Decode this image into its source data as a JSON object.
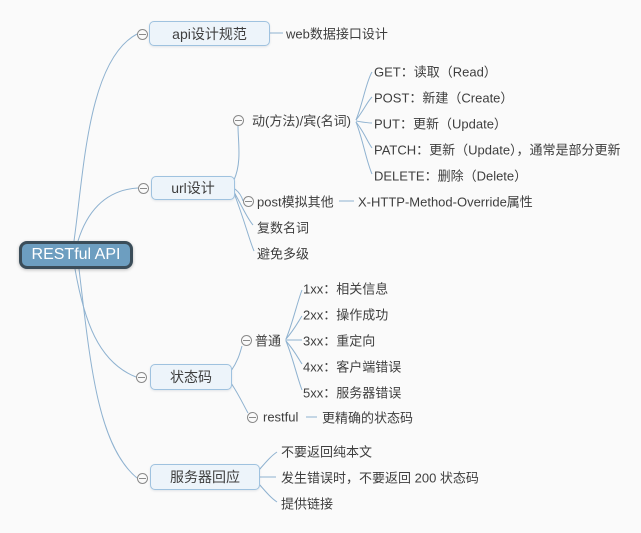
{
  "mindmap": {
    "root": {
      "label": "RESTful API"
    },
    "branches": [
      {
        "label": "api设计规范",
        "children": [
          {
            "label": "web数据接口设计"
          }
        ]
      },
      {
        "label": "url设计",
        "children": [
          {
            "label": "动(方法)/宾(名词)",
            "children": [
              {
                "label": "GET：读取（Read）"
              },
              {
                "label": "POST：新建（Create）"
              },
              {
                "label": "PUT：更新（Update）"
              },
              {
                "label": "PATCH：更新（Update），通常是部分更新"
              },
              {
                "label": "DELETE：删除（Delete）"
              }
            ]
          },
          {
            "label": "post模拟其他",
            "children": [
              {
                "label": "X-HTTP-Method-Override属性"
              }
            ]
          },
          {
            "label": "复数名词"
          },
          {
            "label": "避免多级"
          }
        ]
      },
      {
        "label": "状态码",
        "children": [
          {
            "label": "普通",
            "children": [
              {
                "label": "1xx：相关信息"
              },
              {
                "label": "2xx：操作成功"
              },
              {
                "label": "3xx：重定向"
              },
              {
                "label": "4xx：客户端错误"
              },
              {
                "label": "5xx：服务器错误"
              }
            ]
          },
          {
            "label": "restful",
            "children": [
              {
                "label": "更精确的状态码"
              }
            ]
          }
        ]
      },
      {
        "label": "服务器回应",
        "children": [
          {
            "label": "不要返回纯本文"
          },
          {
            "label": "发生错误时，不要返回 200 状态码"
          },
          {
            "label": "提供链接"
          }
        ]
      }
    ],
    "colors": {
      "background": "#fafafa",
      "line": "#8fb2d0",
      "root_fill": "#6d9ec0",
      "root_border": "#3b4d59",
      "node_fill": "#edf4fa",
      "node_border": "#9fc2df",
      "text": "#3e3e3e",
      "collapse_icon": "#8a8a8a"
    }
  }
}
